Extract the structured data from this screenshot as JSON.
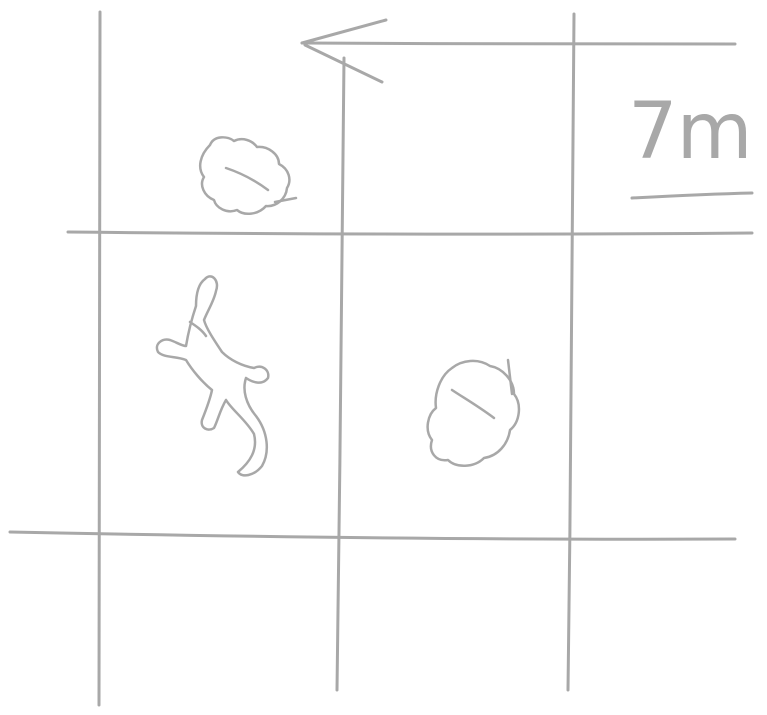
{
  "scale_label": "7m",
  "grid": {
    "columns": 3,
    "rows": 3
  },
  "icons": [
    "leaf-icon",
    "lizard-icon",
    "leaf-icon"
  ],
  "colors": {
    "pencil": "#a8a8a8",
    "paper": "#ffffff"
  }
}
